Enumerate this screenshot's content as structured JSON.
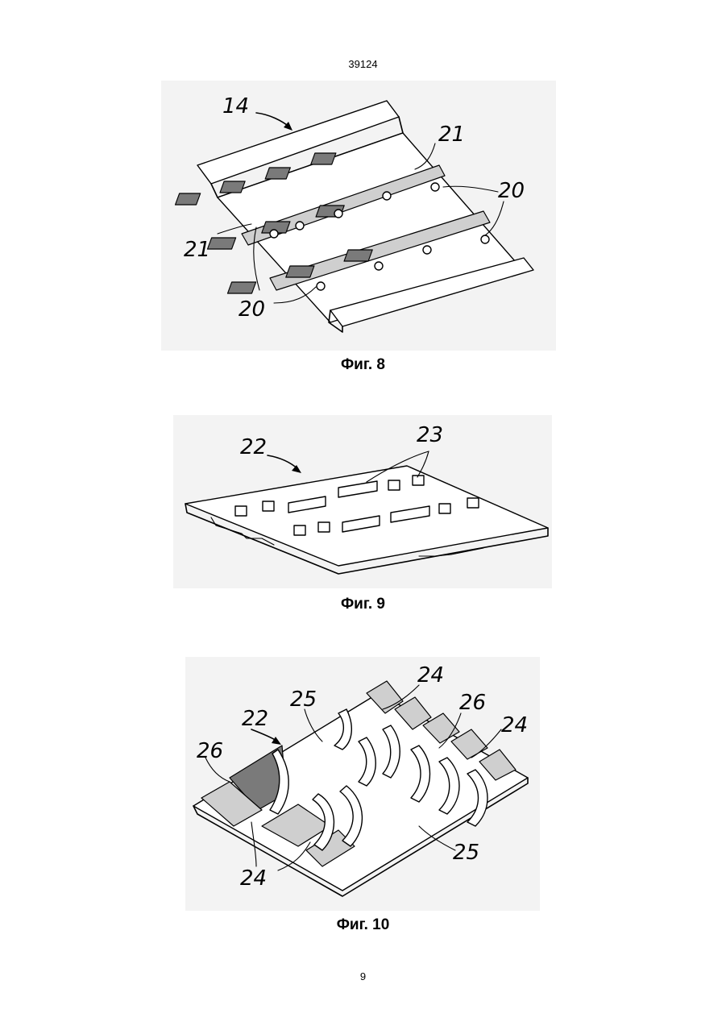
{
  "document": {
    "doc_number": "39124",
    "page_number": "9"
  },
  "figures": [
    {
      "caption": "Фиг. 8",
      "labels": [
        "14",
        "21",
        "20",
        "21",
        "20"
      ]
    },
    {
      "caption": "Фиг. 9",
      "labels": [
        "22",
        "23"
      ]
    },
    {
      "caption": "Фиг. 10",
      "labels": [
        "24",
        "22",
        "25",
        "26",
        "26",
        "24",
        "24",
        "25"
      ]
    }
  ]
}
